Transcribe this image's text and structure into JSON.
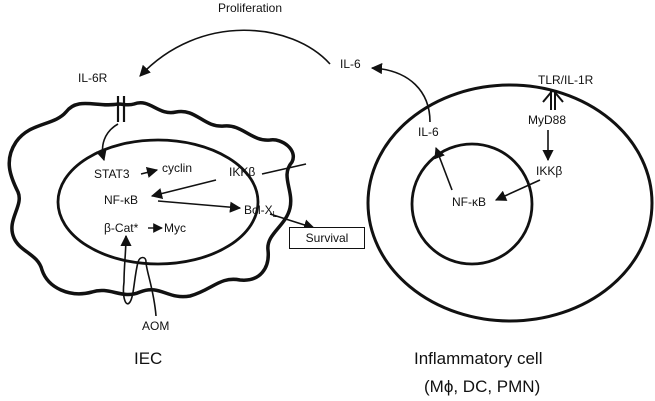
{
  "labels": {
    "proliferation": "Proliferation",
    "il6_top": "IL-6",
    "il6r": "IL-6R",
    "tlr": "TLR/IL-1R",
    "myd88": "MyD88",
    "il6_cell": "IL-6",
    "ikkb_right": "IKK",
    "nfkb_right": "NF-",
    "stat3": "STAT3",
    "cyclin": "cyclin",
    "ikkb_left": "IKK",
    "nfkb_left": "NF-",
    "bclx": "Bcl-X",
    "bclx_sub": "L",
    "bcat": "β-Cat*",
    "myc": "Myc",
    "survival": "Survival",
    "aom": "AOM",
    "iec": "IEC",
    "inflammatory": "Inflammatory cell",
    "cell_types": "(M"
  },
  "symbols": {
    "beta": "β",
    "kappa": "κ",
    "b": "B",
    "phi": "ϕ",
    "cell_types_rest": ", DC, PMN)"
  }
}
